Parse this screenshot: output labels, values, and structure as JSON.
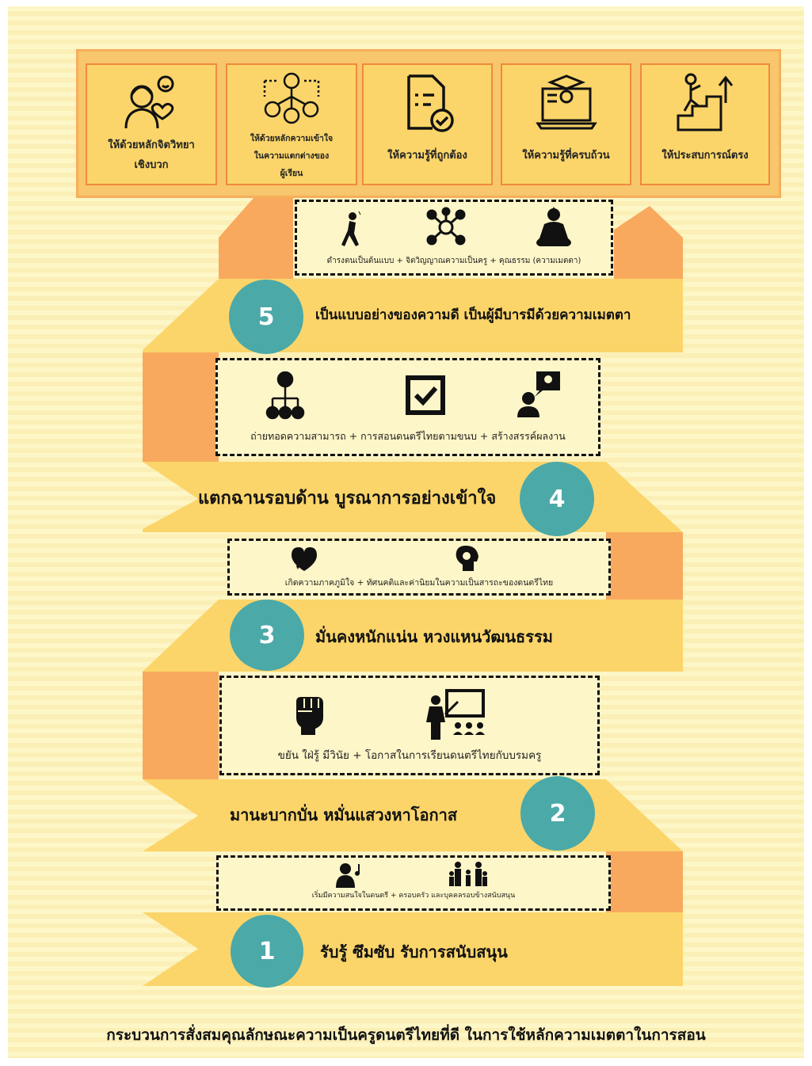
{
  "principles": [
    {
      "icon": "positive-psychology-icon",
      "lines": [
        "ให้ด้วยหลักจิตวิทยา",
        "เชิงบวก"
      ]
    },
    {
      "icon": "learner-network-icon",
      "lines": [
        "ให้ด้วยหลักความเข้าใจ",
        "ในความแตกต่างของ",
        "ผู้เรียน"
      ]
    },
    {
      "icon": "checked-document-icon",
      "lines": [
        "ให้ความรู้ที่ถูกต้อง"
      ]
    },
    {
      "icon": "online-graduate-icon",
      "lines": [
        "ให้ความรู้ที่ครบถ้วน"
      ]
    },
    {
      "icon": "growth-stairs-icon",
      "lines": [
        "ให้ประสบการณ์ตรง"
      ]
    }
  ],
  "steps": [
    {
      "number": "5",
      "title": "เป็นแบบอย่างของความดี เป็นผู้มีบารมีด้วยความเมตตา",
      "detail": "ดำรงตนเป็นต้นแบบ + จิตวิญญาณความเป็นครู + คุณธรรม (ความเมตตา)",
      "icons": [
        "role-model-icon",
        "network-hub-icon",
        "buddha-icon"
      ]
    },
    {
      "number": "4",
      "title": "แตกฉานรอบด้าน บูรณาการอย่างเข้าใจ",
      "detail": "ถ่ายทอดความสามารถ + การสอนดนตรีไทยตามขนบ + สร้างสรรค์ผลงาน",
      "icons": [
        "hierarchy-icon",
        "checkbox-icon",
        "idea-person-icon"
      ]
    },
    {
      "number": "3",
      "title": "มั่นคงหนักแน่น หวงแหนวัฒนธรรม",
      "detail": "เกิดความภาคภูมิใจ + ทัศนคติและค่านิยมในความเป็นสารถะของดนตรีไทย",
      "icons": [
        "heart-sparkle-icon",
        "head-lightbulb-icon"
      ]
    },
    {
      "number": "2",
      "title": "มานะบากบั่น หมั่นแสวงหาโอกาส",
      "detail": "ขยัน ใฝ่รู้ มีวินัย + โอกาสในการเรียนดนตรีไทยกับบรมครู",
      "icons": [
        "raised-fist-icon",
        "teacher-class-icon"
      ]
    },
    {
      "number": "1",
      "title": "รับรู้ ซึมซับ รับการสนับสนุน",
      "detail": "เริ่มมีความสนใจในดนตรี + ครอบครัว และบุคคลรอบข้างสนับสนุน",
      "icons": [
        "music-listener-icon",
        "family-icon"
      ]
    }
  ],
  "caption": "กระบวนการสั่งสมคุณลักษณะความเป็นครูดนตรีไทยที่ดี ในการใช้หลักความเมตตาในการสอน",
  "colors": {
    "ribbon": "#fbd56a",
    "ribbon_dark": "#f8a95d",
    "badge": "#4ba9a8",
    "card_border": "#f08a3c"
  }
}
